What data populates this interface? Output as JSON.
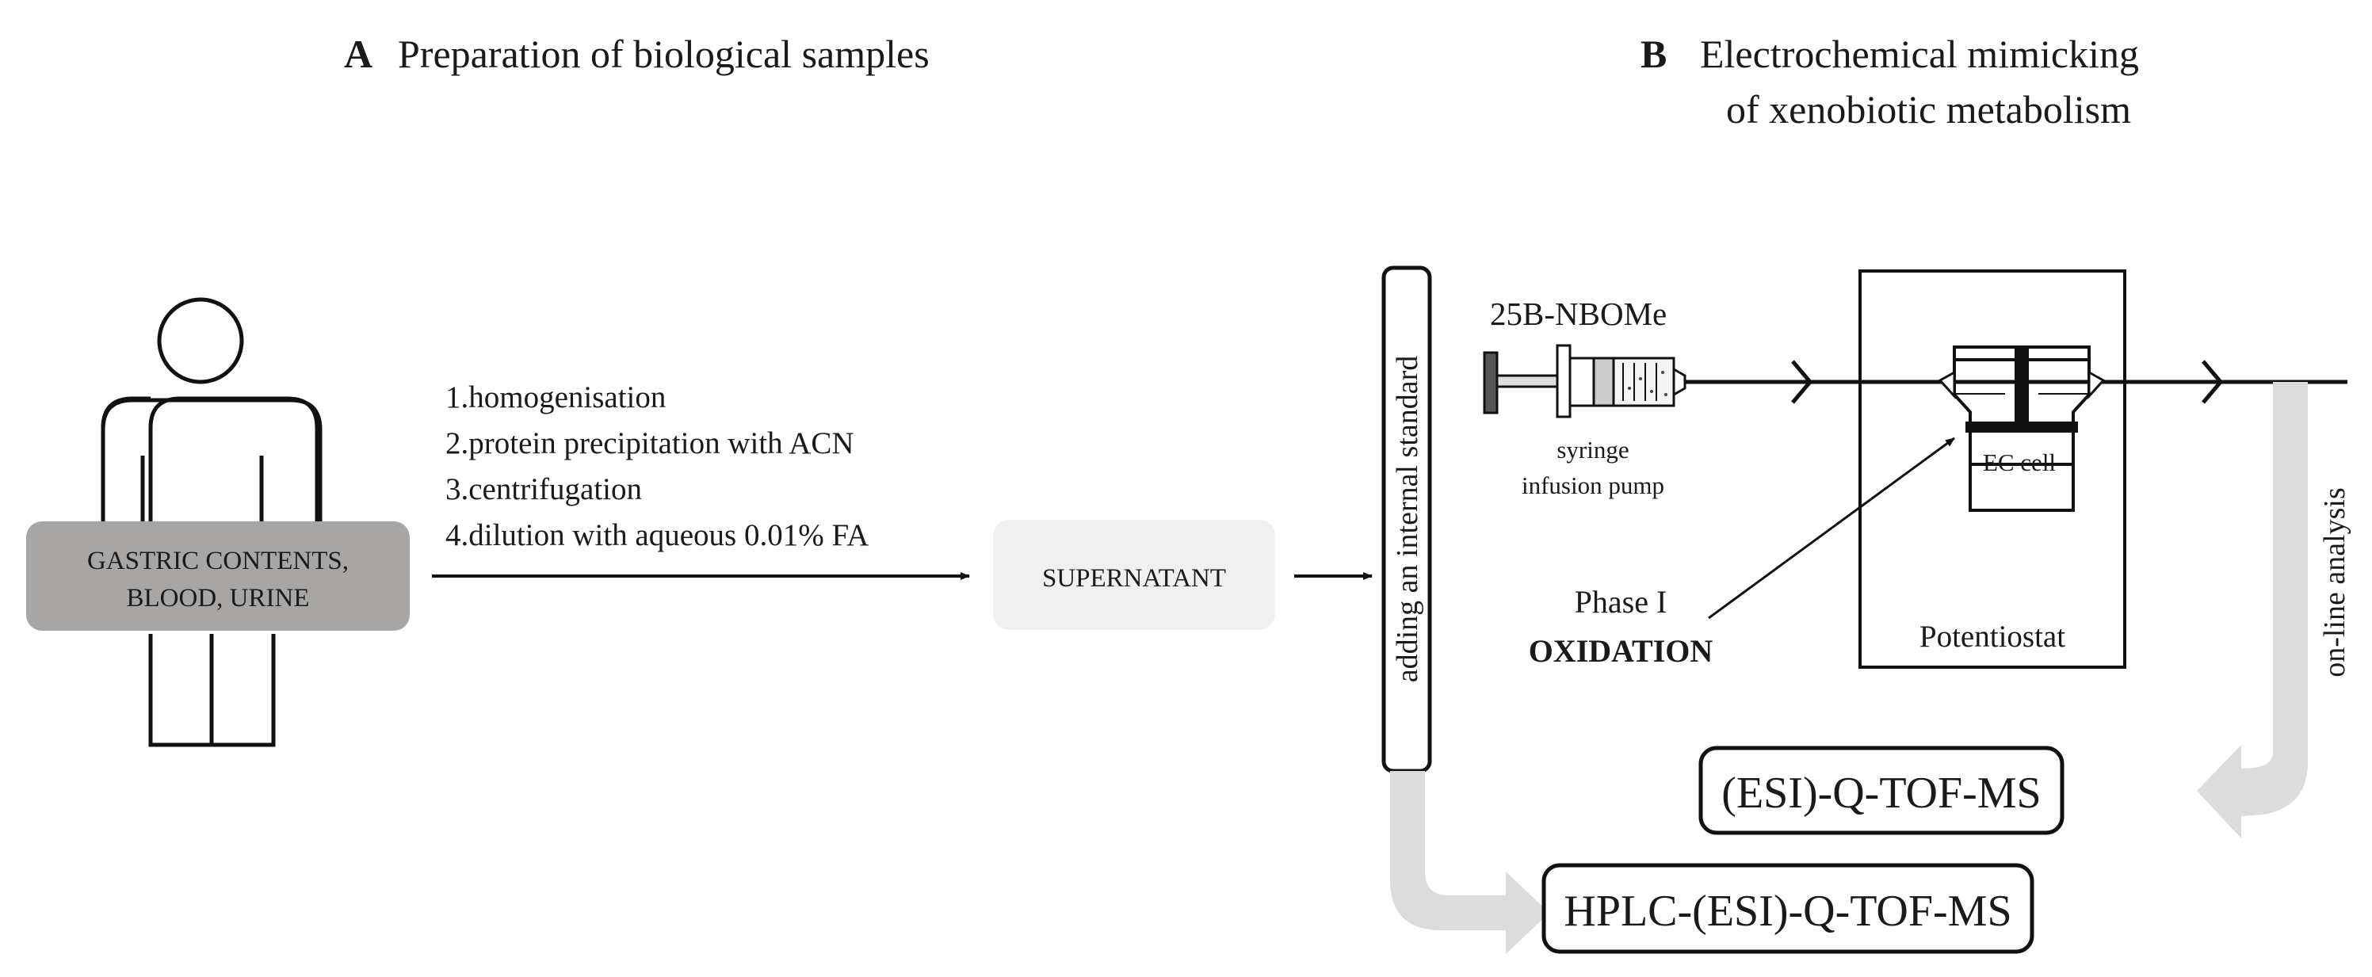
{
  "panel_a": {
    "letter": "A",
    "title": "Preparation of biological samples",
    "sample_label_line1": "GASTRIC CONTENTS,",
    "sample_label_line2": "BLOOD, URINE",
    "steps": [
      "1.homogenisation",
      "2.protein precipitation with ACN",
      "3.centrifugation",
      "4.dilution with aqueous 0.01% FA"
    ],
    "supernatant_label": "SUPERNATANT",
    "internal_standard_label": "adding an internal standard"
  },
  "panel_b": {
    "letter": "B",
    "title_line1": "Electrochemical mimicking",
    "title_line2": "of xenobiotic metabolism",
    "compound_label": "25B-NBOMe",
    "pump_label_line1": "syringe",
    "pump_label_line2": "infusion pump",
    "ec_cell_label": "EC cell",
    "phase_label": "Phase I",
    "reaction_label": "OXIDATION",
    "potentiostat_label": "Potentiostat",
    "online_label": "on-line analysis",
    "ms_box_label": "(ESI)-Q-TOF-MS",
    "hplc_box_label": "HPLC-(ESI)-Q-TOF-MS"
  },
  "colors": {
    "sample_box_fill": "#a8a6a4",
    "supernatant_fill": "#f0f0f0",
    "flow_arrow_fill": "#dcdcdc",
    "line": "#111111"
  }
}
